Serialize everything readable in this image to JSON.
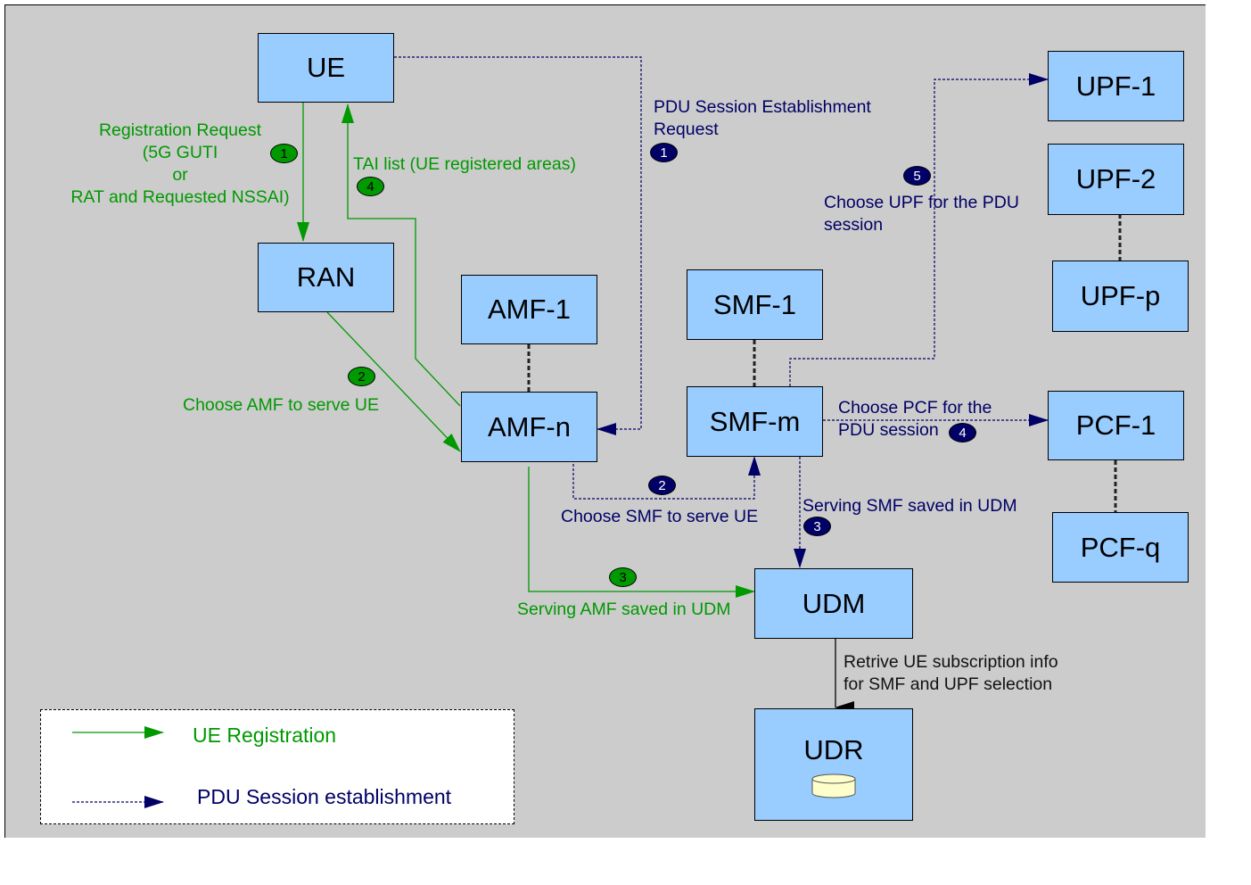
{
  "diagram": {
    "title": "5G UE Registration and PDU Session Establishment",
    "colors": {
      "background": "#cccccc",
      "node_fill": "#99ccff",
      "registration": "#009900",
      "pdu_session": "#000066",
      "db_fill": "#ffffcc"
    },
    "nodes": {
      "ue": "UE",
      "ran": "RAN",
      "amf1": "AMF-1",
      "amfn": "AMF-n",
      "smf1": "SMF-1",
      "smfm": "SMF-m",
      "upf1": "UPF-1",
      "upf2": "UPF-2",
      "upfp": "UPF-p",
      "pcf1": "PCF-1",
      "pcfq": "PCF-q",
      "udm": "UDM",
      "udr": "UDR"
    },
    "registration_steps": {
      "step1": {
        "num": "1",
        "lines": [
          "Registration Request",
          "(5G GUTI",
          "or",
          "RAT and Requested NSSAI)"
        ]
      },
      "step2": {
        "num": "2",
        "text": "Choose AMF to serve UE"
      },
      "step3": {
        "num": "3",
        "text": "Serving AMF saved in UDM"
      },
      "step4": {
        "num": "4",
        "text": "TAI list (UE registered areas)"
      }
    },
    "pdu_steps": {
      "step1": {
        "num": "1",
        "lines": [
          "PDU Session Establishment",
          "Request"
        ]
      },
      "step2": {
        "num": "2",
        "text": "Choose SMF to serve UE"
      },
      "step3": {
        "num": "3",
        "text": "Serving SMF saved in UDM"
      },
      "step4": {
        "num": "4",
        "lines": [
          "Choose PCF for the",
          "PDU session"
        ]
      },
      "step5": {
        "num": "5",
        "lines": [
          "Choose UPF for the PDU",
          "session"
        ]
      }
    },
    "udr_link": {
      "lines": [
        "Retrive UE subscription info",
        "for SMF and UPF selection"
      ]
    },
    "legend": {
      "registration": "UE Registration",
      "pdu_session": "PDU Session establishment"
    }
  }
}
